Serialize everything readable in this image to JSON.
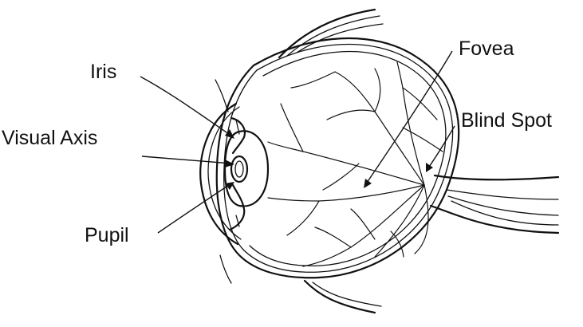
{
  "diagram": {
    "labels": {
      "iris": "Iris",
      "visual_axis": "Visual Axis",
      "pupil": "Pupil",
      "fovea": "Fovea",
      "blind_spot": "Blind Spot"
    },
    "ink_color": "#111111",
    "background_color": "#ffffff"
  }
}
